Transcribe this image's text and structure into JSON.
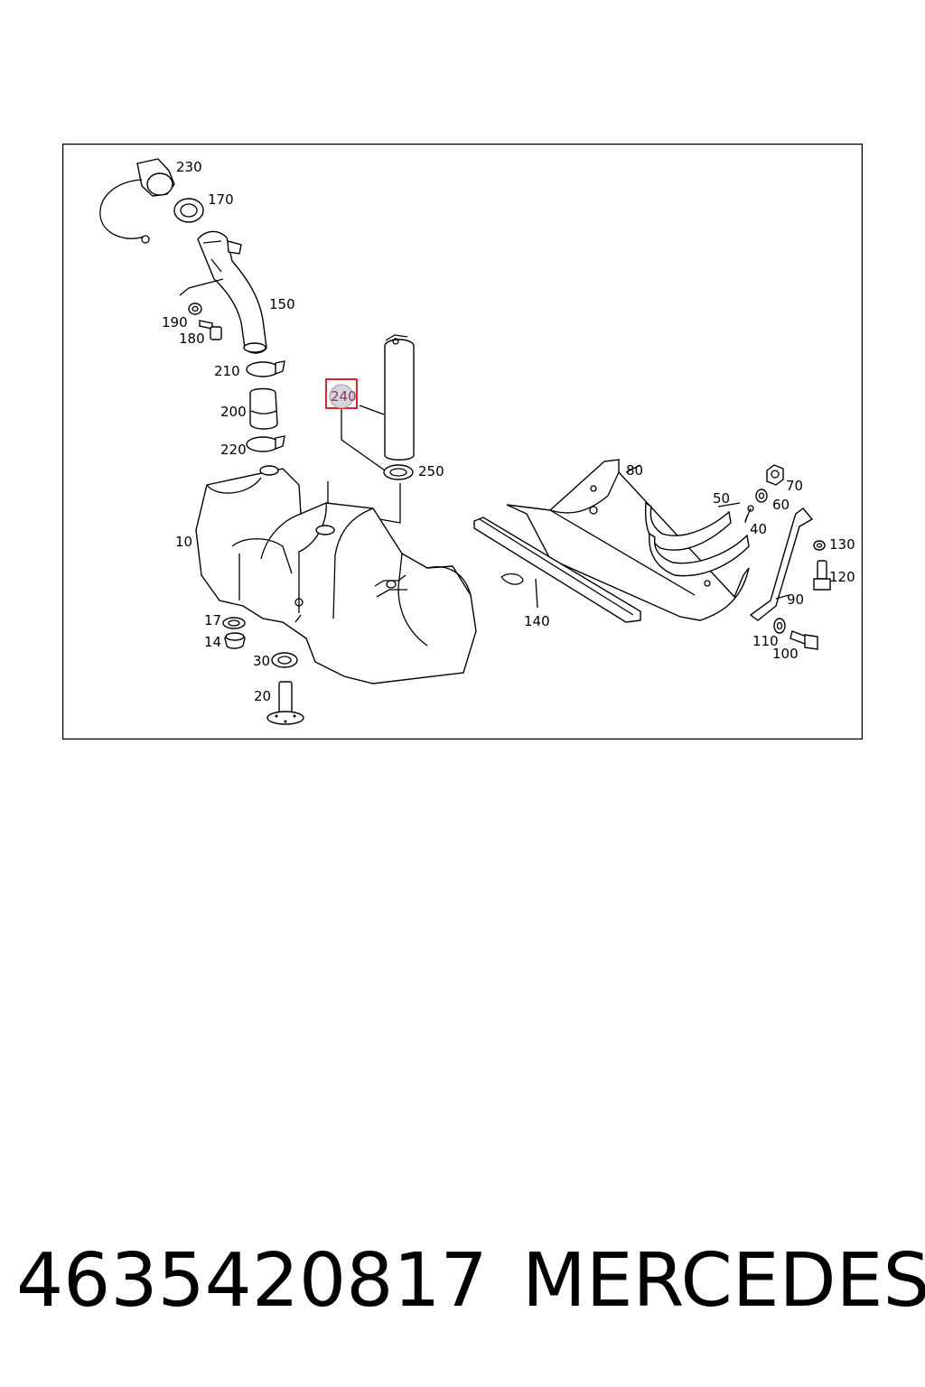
{
  "diagram": {
    "callouts": [
      "230",
      "170",
      "150",
      "190",
      "180",
      "210",
      "200",
      "220",
      "240",
      "250",
      "10",
      "17",
      "14",
      "30",
      "20",
      "80",
      "50",
      "40",
      "140",
      "70",
      "60",
      "130",
      "120",
      "90",
      "110",
      "100"
    ],
    "highlighted_callout": "240",
    "highlight_color": "#e0242b"
  },
  "footer": {
    "part_number": "4635420817",
    "brand": "MERCEDES"
  }
}
